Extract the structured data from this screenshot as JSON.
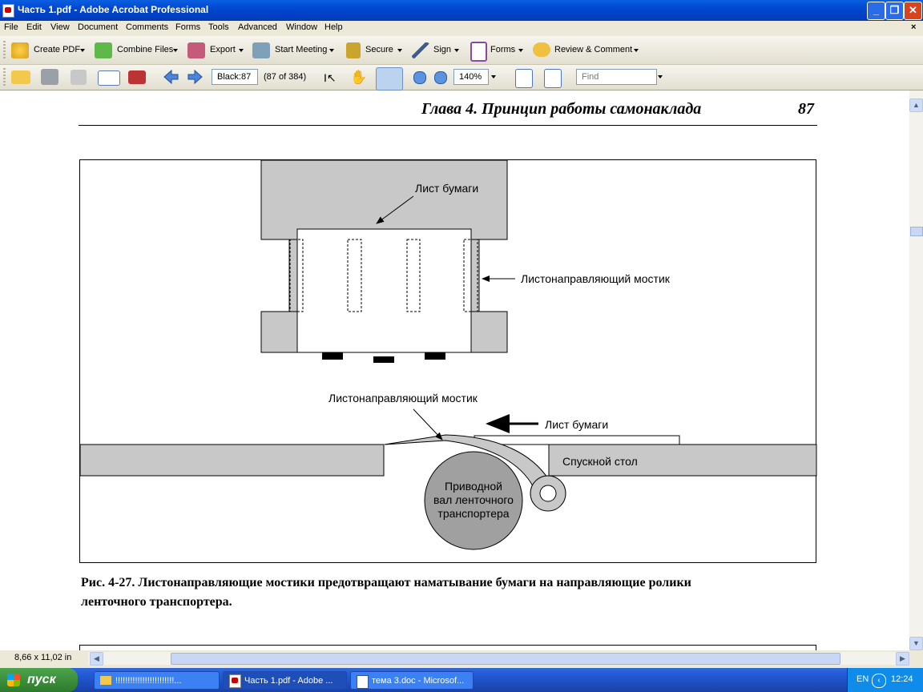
{
  "window": {
    "title": "Часть 1.pdf - Adobe Acrobat Professional"
  },
  "menu": [
    "File",
    "Edit",
    "View",
    "Document",
    "Comments",
    "Forms",
    "Tools",
    "Advanced",
    "Window",
    "Help"
  ],
  "toolbar1": {
    "create_pdf": "Create PDF",
    "combine_files": "Combine Files",
    "export": "Export",
    "start_meeting": "Start Meeting",
    "secure": "Secure",
    "sign": "Sign",
    "forms": "Forms",
    "review_comment": "Review & Comment"
  },
  "toolbar2": {
    "page_field": "Black:87",
    "page_count": "(87 of 384)",
    "zoom": "140%",
    "find_placeholder": "Find"
  },
  "page": {
    "header_title": "Глава 4. Принцип работы самонаклада",
    "page_number": "87",
    "figure": {
      "label_sheet_top": "Лист бумаги",
      "label_bridge_top": "Листонаправляющий мостик",
      "label_bridge_bottom": "Листонаправляющий мостик",
      "label_sheet_bottom": "Лист бумаги",
      "label_table": "Спускной стол",
      "roller_line1": "Приводной",
      "roller_line2": "вал ленточного",
      "roller_line3": "транспортера"
    },
    "caption_prefix": "Рис. 4-27.",
    "caption_line1": " Листонаправляющие мостики предотвращают наматывание бумаги на направляющие ролики",
    "caption_line2": "ленточного транспортера."
  },
  "status": {
    "page_size": "8,66 x 11,02 in"
  },
  "taskbar": {
    "start": "пуск",
    "items": [
      "!!!!!!!!!!!!!!!!!!!!!!!!...",
      "Часть 1.pdf - Adobe ...",
      "тема 3.doc - Microsof..."
    ],
    "lang": "EN",
    "clock": "12:24"
  },
  "colors": {
    "accent": "#0047d0",
    "figure_gray": "#c8c8c8",
    "roller_gray": "#a0a0a0"
  }
}
